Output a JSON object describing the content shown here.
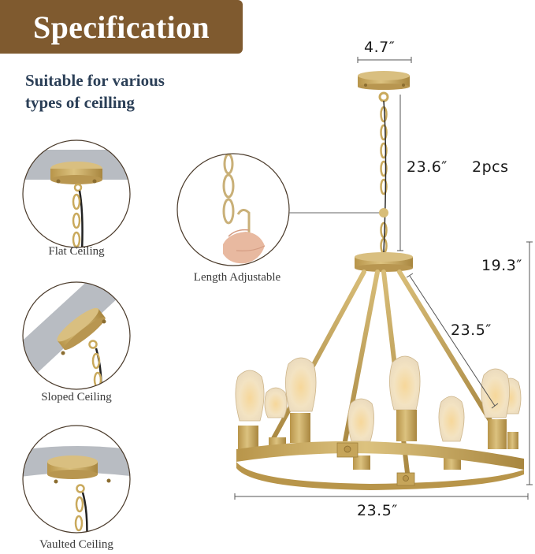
{
  "header": {
    "title": "Specification",
    "subtitle_line1": "Suitable for various",
    "subtitle_line2": "types of ceilling"
  },
  "ceiling_types": [
    {
      "label": "Flat  Ceiling",
      "icon": "flat-ceiling-canopy"
    },
    {
      "label": "Sloped Ceiling",
      "icon": "sloped-ceiling-canopy"
    },
    {
      "label": "Vaulted Ceiling",
      "icon": "vaulted-ceiling-canopy"
    }
  ],
  "chain_detail": {
    "label": "Length Adjustable",
    "icon": "chain-hook-in-hand"
  },
  "dimensions": {
    "canopy_width": "4.7″",
    "chain_length": "23.6″",
    "chain_qty": "2pcs",
    "body_height": "19.3″",
    "arm_length": "23.5″",
    "diameter": "23.5″"
  },
  "colors": {
    "banner": "#7f5a2f",
    "subtitle": "#2b3f57",
    "gold": "#c9a95c",
    "gold_dark": "#a88640",
    "ceiling_gray": "#b8bcc2",
    "circle_stroke": "#4a3a2a"
  }
}
